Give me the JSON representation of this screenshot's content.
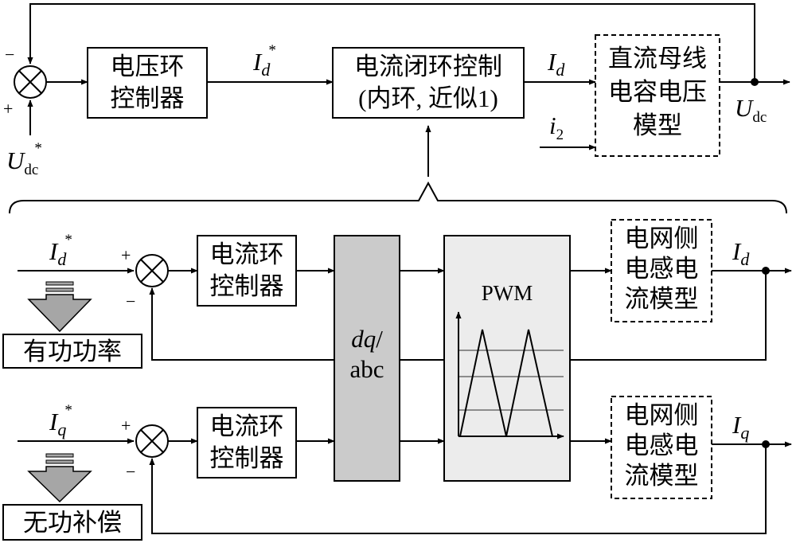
{
  "outer_loop": {
    "sum_minus": "−",
    "sum_plus": "+",
    "ref_base": "U",
    "ref_sub": "dc",
    "ref_sup": "*",
    "voltage_controller": [
      "电压环",
      "控制器"
    ],
    "current_ref_base": "I",
    "current_ref_sub": "d",
    "current_ref_sup": "*",
    "current_loop_block": [
      "电流闭环控制",
      "(内环, 近似1)"
    ],
    "id_out_base": "I",
    "id_out_sub": "d",
    "dc_bus_block": [
      "直流母线",
      "电容电压",
      "模型"
    ],
    "i2_base": "i",
    "i2_sub": "2",
    "output_base": "U",
    "output_sub": "dc"
  },
  "inner_loop": {
    "d_channel": {
      "ref_base": "I",
      "ref_sub": "d",
      "ref_sup": "*",
      "sum_plus": "+",
      "sum_minus": "−",
      "controller": [
        "电流环",
        "控制器"
      ],
      "source_label": "有功功率",
      "plant": [
        "电网侧",
        "电感电",
        "流模型"
      ],
      "out_base": "I",
      "out_sub": "d"
    },
    "q_channel": {
      "ref_base": "I",
      "ref_sub": "q",
      "ref_sup": "*",
      "sum_plus": "+",
      "sum_minus": "−",
      "controller": [
        "电流环",
        "控制器"
      ],
      "source_label": "无功补偿",
      "plant": [
        "电网侧",
        "电感电",
        "流模型"
      ],
      "out_base": "I",
      "out_sub": "q"
    },
    "transform_var": "dq",
    "transform_slash": "/",
    "transform_abc": "abc",
    "pwm_label": "PWM"
  },
  "colors": {
    "transform_fill": "#cbcbcb",
    "pwm_fill": "#ececec",
    "source_arrow_fill": "#a6a6a6",
    "pwm_level_lines": "#8c8c8c"
  }
}
